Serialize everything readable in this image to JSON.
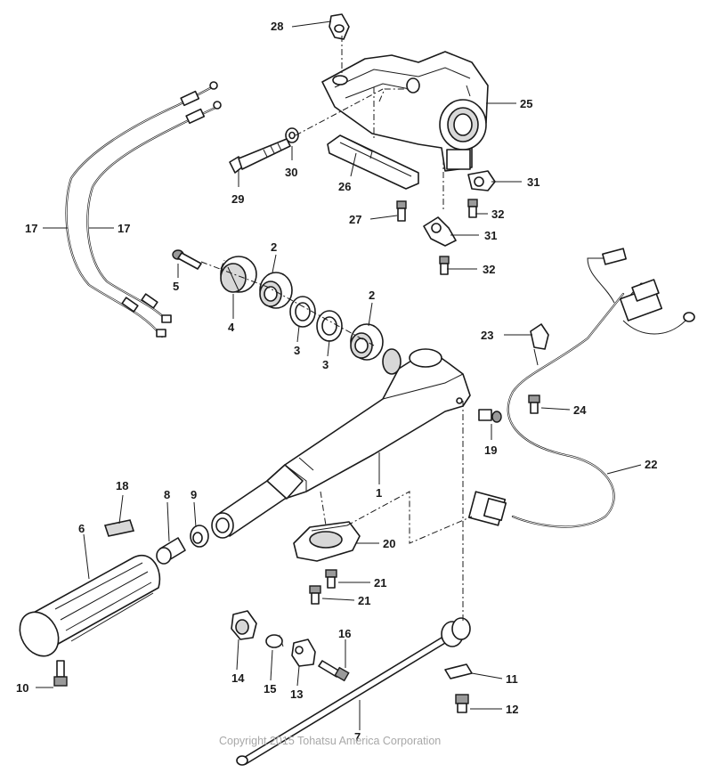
{
  "callouts": {
    "c1": "1",
    "c2a": "2",
    "c2b": "2",
    "c3a": "3",
    "c3b": "3",
    "c4": "4",
    "c5": "5",
    "c6": "6",
    "c7": "7",
    "c8": "8",
    "c9": "9",
    "c10": "10",
    "c11": "11",
    "c12": "12",
    "c13": "13",
    "c14": "14",
    "c15": "15",
    "c16": "16",
    "c17a": "17",
    "c17b": "17",
    "c18": "18",
    "c19": "19",
    "c20": "20",
    "c21a": "21",
    "c21b": "21",
    "c22": "22",
    "c23": "23",
    "c24": "24",
    "c25": "25",
    "c26": "26",
    "c27": "27",
    "c28": "28",
    "c29": "29",
    "c30": "30",
    "c31a": "31",
    "c31b": "31",
    "c32a": "32",
    "c32b": "32"
  },
  "copyright": "Copyright 2015 Tohatsu America Corporation"
}
